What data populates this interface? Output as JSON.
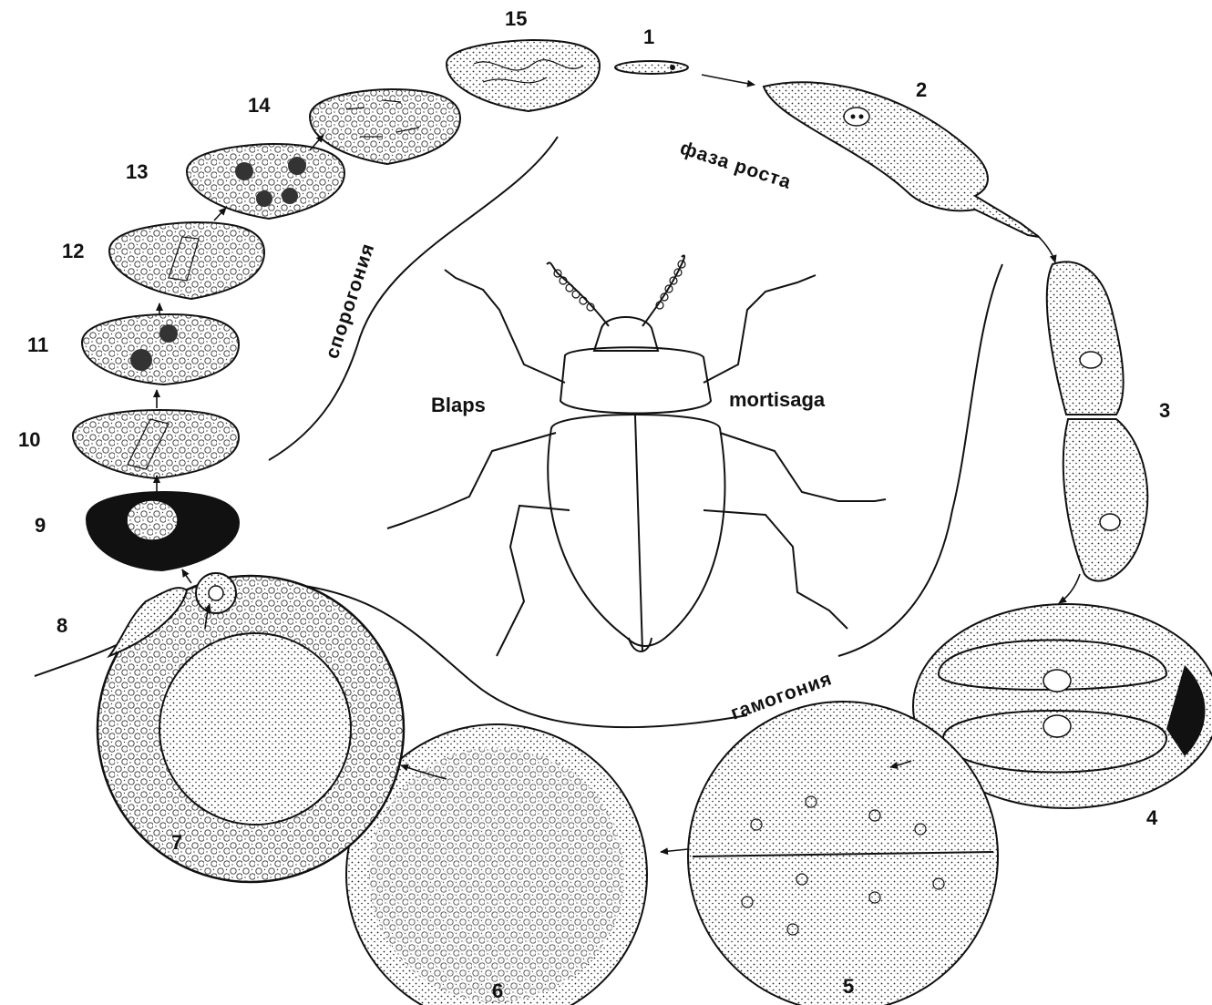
{
  "stages": [
    {
      "id": "1",
      "label": "1"
    },
    {
      "id": "2",
      "label": "2"
    },
    {
      "id": "3",
      "label": "3"
    },
    {
      "id": "4",
      "label": "4"
    },
    {
      "id": "5",
      "label": "5"
    },
    {
      "id": "6",
      "label": "6"
    },
    {
      "id": "7",
      "label": "7"
    },
    {
      "id": "8",
      "label": "8"
    },
    {
      "id": "9",
      "label": "9"
    },
    {
      "id": "10",
      "label": "10"
    },
    {
      "id": "11",
      "label": "11"
    },
    {
      "id": "12",
      "label": "12"
    },
    {
      "id": "13",
      "label": "13"
    },
    {
      "id": "14",
      "label": "14"
    },
    {
      "id": "15",
      "label": "15"
    }
  ],
  "phases": {
    "growth": "фаза роста",
    "sporogony": "спорогония",
    "gamogony": "гамогония"
  },
  "host": {
    "genus": "Blaps",
    "species": "mortisaga"
  }
}
